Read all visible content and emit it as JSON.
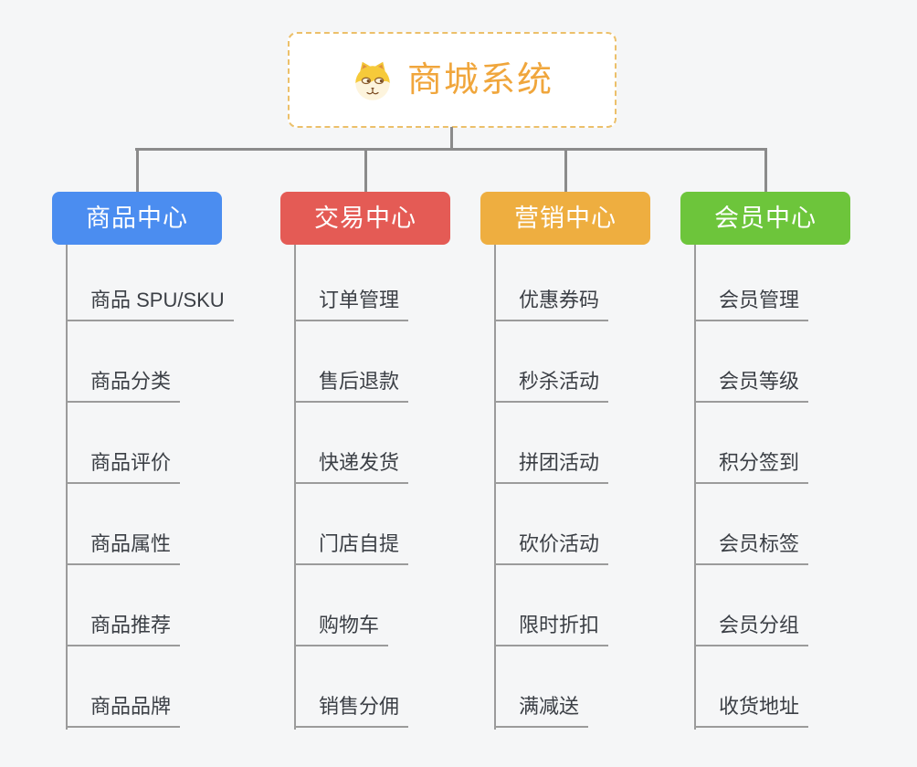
{
  "root": {
    "title": "商城系统",
    "icon": "dog-face-icon",
    "accent_color": "#f0a63c",
    "border_color": "#ecc06a"
  },
  "theme": {
    "background": "#f5f6f7",
    "connector_color": "#8b8b8b",
    "leaf_line_color": "#9b9b9b",
    "leaf_text_color": "#3b3f45"
  },
  "branches": [
    {
      "label": "商品中心",
      "color": "#4b8df0",
      "children": [
        "商品 SPU/SKU",
        "商品分类",
        "商品评价",
        "商品属性",
        "商品推荐",
        "商品品牌"
      ]
    },
    {
      "label": "交易中心",
      "color": "#e45b55",
      "children": [
        "订单管理",
        "售后退款",
        "快递发货",
        "门店自提",
        "购物车",
        "销售分佣"
      ]
    },
    {
      "label": "营销中心",
      "color": "#eeae40",
      "children": [
        "优惠券码",
        "秒杀活动",
        "拼团活动",
        "砍价活动",
        "限时折扣",
        "满减送"
      ]
    },
    {
      "label": "会员中心",
      "color": "#6dc53b",
      "children": [
        "会员管理",
        "会员等级",
        "积分签到",
        "会员标签",
        "会员分组",
        "收货地址"
      ]
    }
  ]
}
